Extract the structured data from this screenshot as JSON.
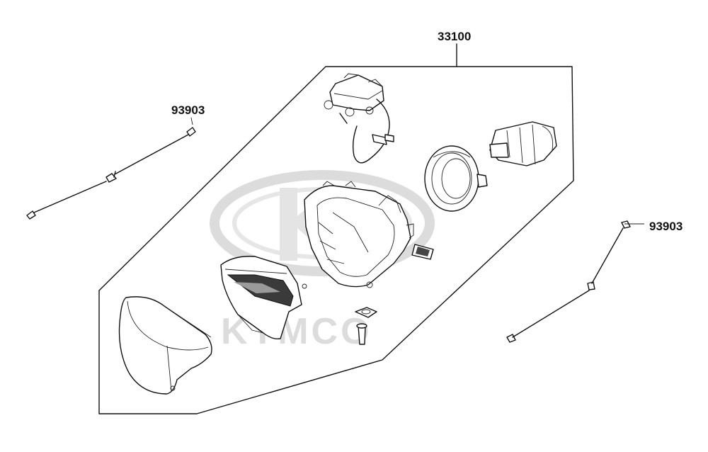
{
  "labels": {
    "assembly": "33100",
    "screw_left": "93903",
    "screw_right": "93903"
  },
  "watermark": {
    "brand": "KYMCO",
    "color": "#d9d9d9"
  },
  "colors": {
    "line": "#111111",
    "background": "#ffffff"
  }
}
